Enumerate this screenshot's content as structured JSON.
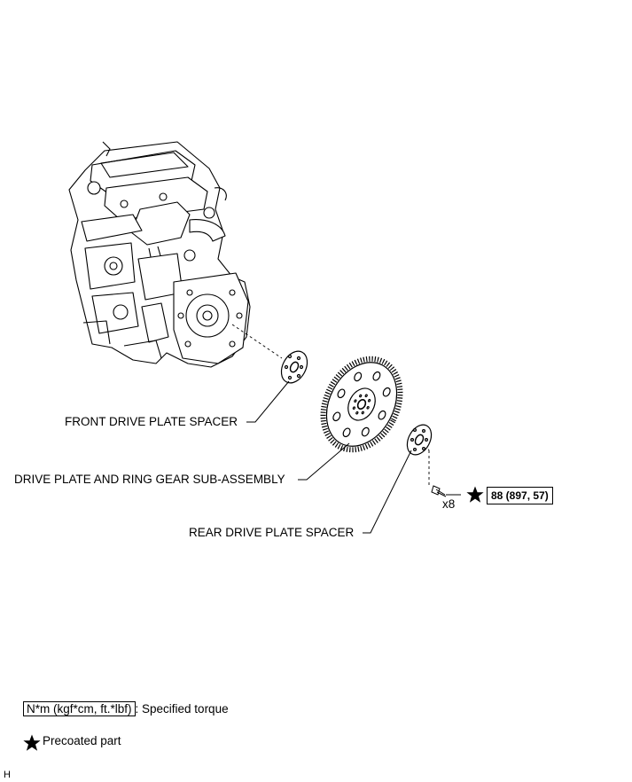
{
  "labels": {
    "front_spacer": "FRONT DRIVE PLATE SPACER",
    "drive_plate": "DRIVE PLATE AND RING GEAR SUB-ASSEMBLY",
    "rear_spacer": "REAR DRIVE PLATE SPACER"
  },
  "bolt": {
    "torque": "88 (897, 57)",
    "quantity": "x8"
  },
  "legend": {
    "torque_unit": "N*m (kgf*cm, ft.*lbf)",
    "torque_desc": ": Specified torque",
    "precoated_desc": "Precoated part"
  },
  "corner_code": "H",
  "icons": {
    "precoat": "star-icon"
  }
}
